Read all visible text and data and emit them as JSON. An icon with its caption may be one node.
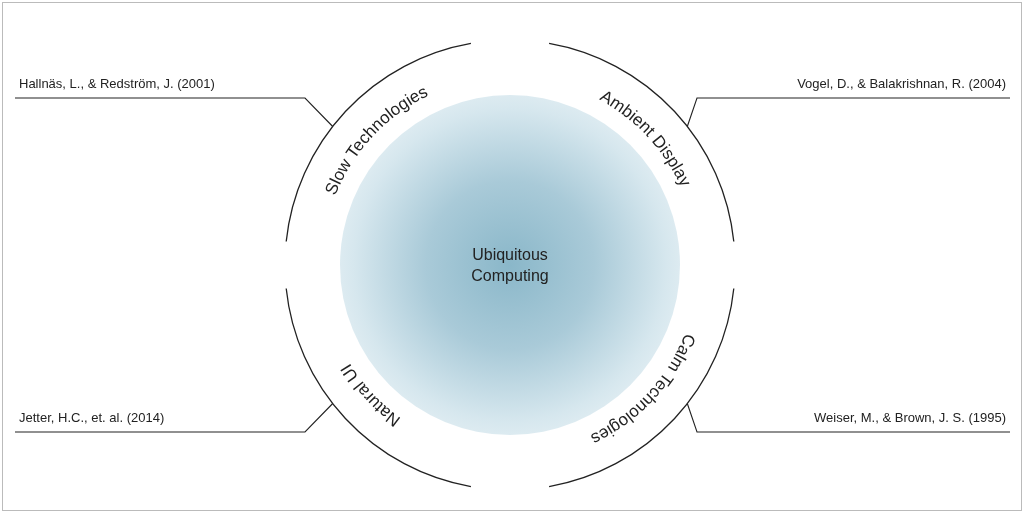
{
  "diagram": {
    "nodes": [
      {
        "text": [
          "Hallnäs, L., & Redström, J. (2001)"
        ]
      },
      {
        "text": [
          "Vogel, D., & Balakrishnan, R. (2004)"
        ]
      },
      {
        "text": [
          "Slow Technologies"
        ]
      },
      {
        "text": [
          "Ambient Display"
        ]
      },
      {
        "text": [
          "Ubiquitous Computing"
        ]
      },
      {
        "text": [
          "Natural UI"
        ]
      },
      {
        "text": [
          "Calm Technologies"
        ]
      },
      {
        "text": [
          "Jetter, H.C., et. al. (2014)"
        ]
      },
      {
        "text": [
          "Weiser, M., & Brown, J. S. (1995)"
        ]
      }
    ],
    "edges": [
      {
        "from": 0,
        "to": 2,
        "arrow": "none"
      },
      {
        "from": 1,
        "to": 3,
        "arrow": "none"
      },
      {
        "from": 7,
        "to": 5,
        "arrow": "none"
      },
      {
        "from": 8,
        "to": 6,
        "arrow": "none"
      }
    ]
  }
}
